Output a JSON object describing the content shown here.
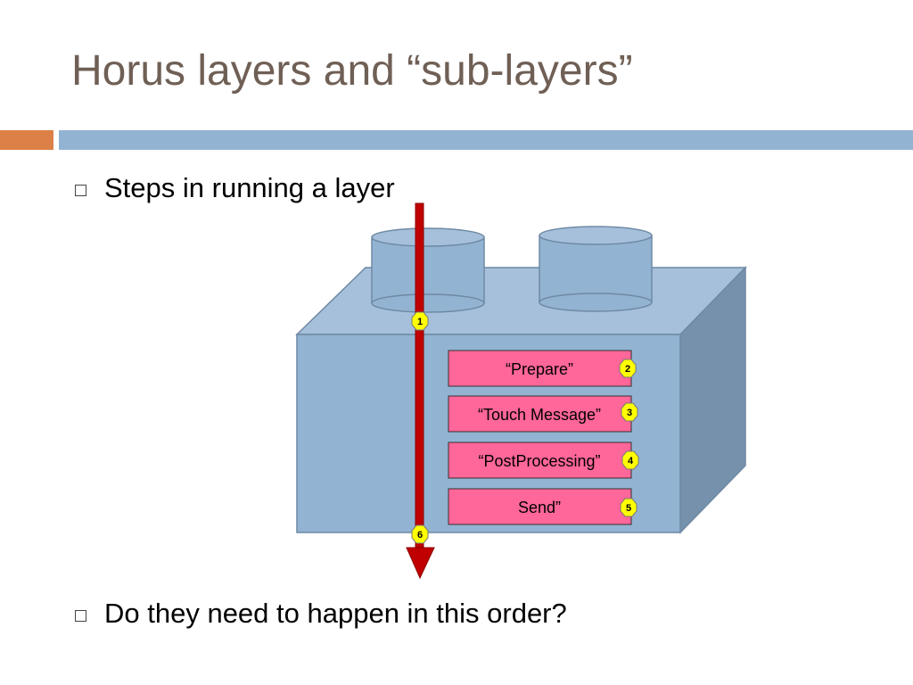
{
  "slide": {
    "title": "Horus layers and “sub-layers”",
    "bullets": [
      "Steps in running a layer",
      "Do they need to happen in this order?"
    ]
  },
  "diagram": {
    "steps": [
      {
        "label": "“Prepare”",
        "badge": "2"
      },
      {
        "label": "“Touch Message”",
        "badge": "3"
      },
      {
        "label": "“PostProcessing”",
        "badge": "4"
      },
      {
        "label": "Send”",
        "badge": "5"
      }
    ],
    "arrow_badges": [
      "1",
      "6"
    ],
    "colors": {
      "block_front": "#93b3d3",
      "block_top": "#a6c0dc",
      "block_side": "#7591ab",
      "stud": "#93b3d3",
      "step_fill": "#ff6699",
      "arrow": "#c00000",
      "badge_fill": "#ffff00"
    }
  }
}
